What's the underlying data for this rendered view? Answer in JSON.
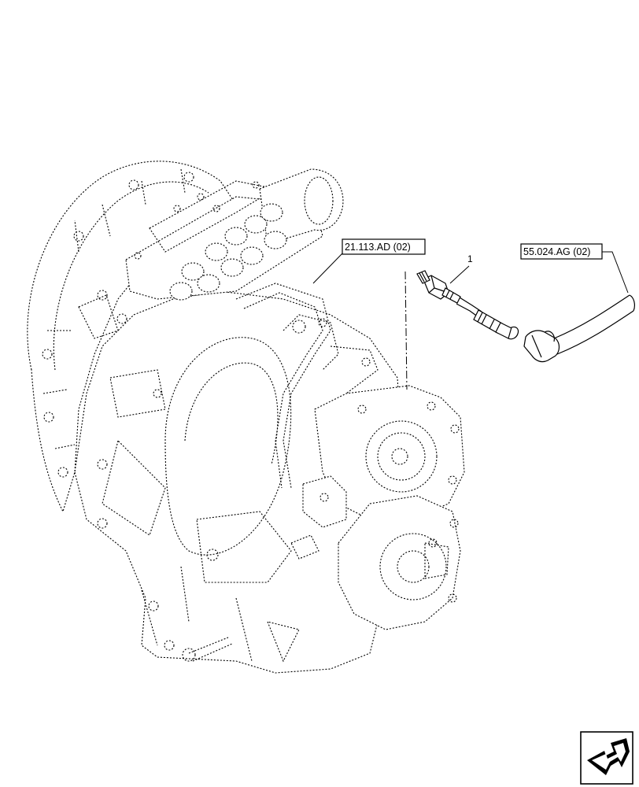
{
  "references": {
    "ref_left": "21.113.AD (02)",
    "ref_right": "55.024.AG (02)"
  },
  "callouts": {
    "item_1": "1"
  },
  "nav_icon": "arrow-navigation-icon"
}
